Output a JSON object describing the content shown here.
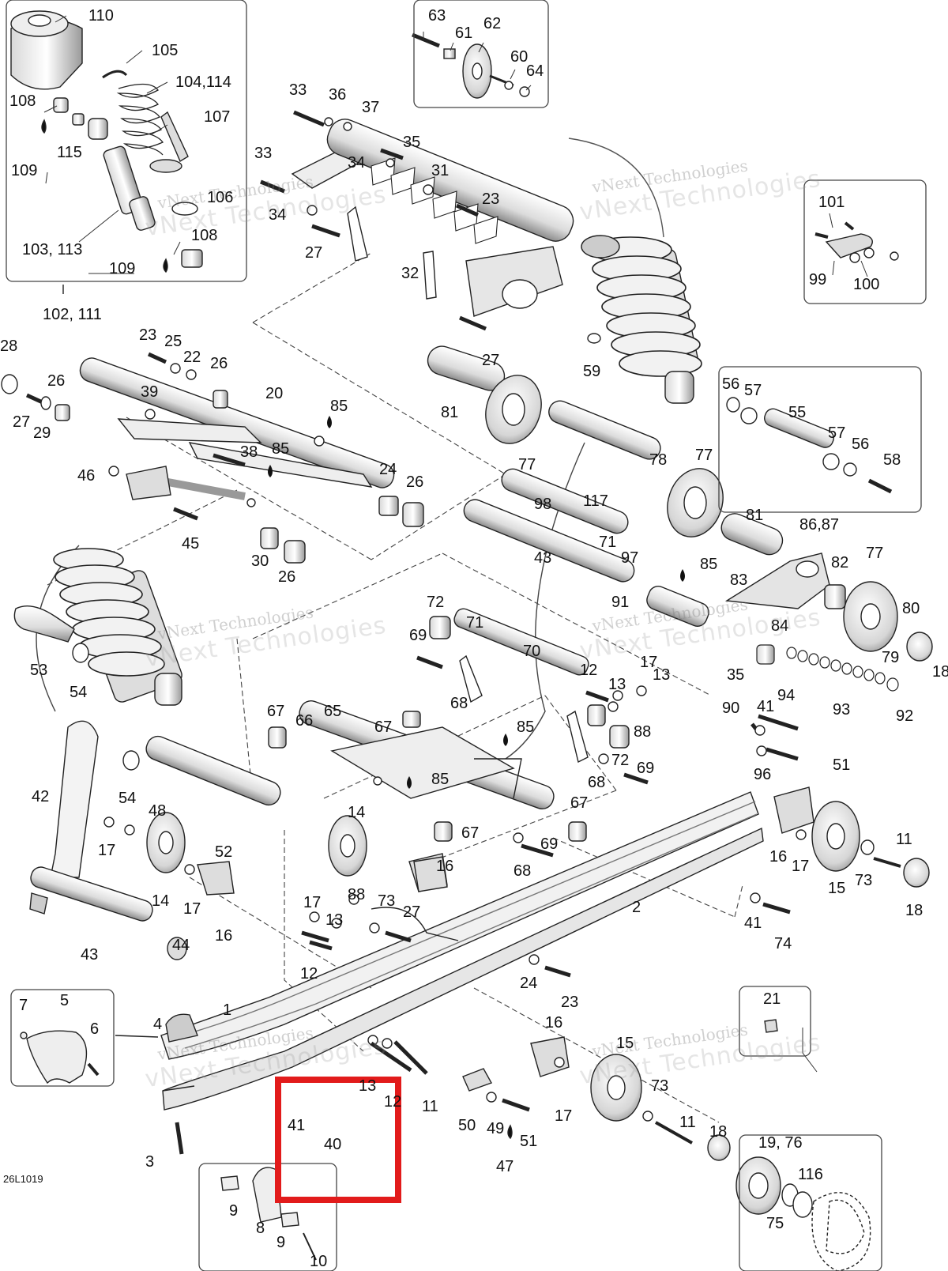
{
  "diagram_code": "26L1019",
  "watermark": {
    "line1": "vNext Technologies",
    "line2": "vNext Technologies"
  },
  "highlight_color": "#e21b1b",
  "labels": {
    "l110": "110",
    "l105": "105",
    "l104": "104,114",
    "l108a": "108",
    "l107": "107",
    "l109a": "109",
    "l115": "115",
    "l106": "106",
    "l103": "103, 113",
    "l108b": "108",
    "l109b": "109",
    "l102": "102, 111",
    "l63": "63",
    "l61": "61",
    "l62": "62",
    "l60": "60",
    "l64": "64",
    "l33a": "33",
    "l36": "36",
    "l37": "37",
    "l33b": "33",
    "l35": "35",
    "l34a": "34",
    "l31": "31",
    "l23a": "23",
    "l34b": "34",
    "l27a": "27",
    "l32": "32",
    "l27b": "27",
    "l101": "101",
    "l99": "99",
    "l100": "100",
    "l28": "28",
    "l23b": "23",
    "l25": "25",
    "l22": "22",
    "l26a": "26",
    "l26b": "26",
    "l27c": "27",
    "l29": "29",
    "l39": "39",
    "l20": "20",
    "l85a": "85",
    "l38": "38",
    "l85b": "85",
    "l46": "46",
    "l24a": "24",
    "l26c": "26",
    "l45": "45",
    "l30": "30",
    "l26d": "26",
    "l59": "59",
    "l81a": "81",
    "l77a": "77",
    "l56a": "56",
    "l57a": "57",
    "l55": "55",
    "l57b": "57",
    "l56b": "56",
    "l58": "58",
    "l78": "78",
    "l77b": "77",
    "l117": "117",
    "l98": "98",
    "l81b": "81",
    "l86": "86,87",
    "l71a": "71",
    "l43a": "43",
    "l97": "97",
    "l85c": "85",
    "l82": "82",
    "l77c": "77",
    "l83": "83",
    "l91": "91",
    "l84": "84",
    "l80": "80",
    "l79": "79",
    "l18a": "18",
    "l72a": "72",
    "l71b": "71",
    "l69a": "69",
    "l70": "70",
    "l35b": "35",
    "l94": "94",
    "l93": "93",
    "l92": "92",
    "l12a": "12",
    "l13a": "13",
    "l17a": "17",
    "l13b": "13",
    "l68a": "68",
    "l88a": "88",
    "l72b": "72",
    "l69b": "69",
    "l68b": "68",
    "l90": "90",
    "l41a": "41",
    "l96": "96",
    "l51a": "51",
    "l53": "53",
    "l54a": "54",
    "l42": "42",
    "l54b": "54",
    "l48": "48",
    "l67a": "67",
    "l66": "66",
    "l65": "65",
    "l67b": "67",
    "l85d": "85",
    "l85e": "85",
    "l67c": "67",
    "l67d": "67",
    "l14a": "14",
    "l69c": "69",
    "l68c": "68",
    "l17b": "17",
    "l52": "52",
    "l14b": "14",
    "l17c": "17",
    "l16a": "16",
    "l16b": "16",
    "l17d": "17",
    "l16c": "16",
    "l15a": "15",
    "l73a": "73",
    "l11a": "11",
    "l18b": "18",
    "l43b": "43",
    "l44": "44",
    "l17e": "17",
    "l88b": "88",
    "l73b": "73",
    "l13c": "13",
    "l27d": "27",
    "l12b": "12",
    "l2": "2",
    "l41b": "41",
    "l74": "74",
    "l24b": "24",
    "l23c": "23",
    "l21": "21",
    "l7": "7",
    "l5": "5",
    "l6": "6",
    "l4": "4",
    "l1": "1",
    "l16d": "16",
    "l15b": "15",
    "l13d": "13",
    "l12c": "12",
    "l11b": "11",
    "l50": "50",
    "l49": "49",
    "l51b": "51",
    "l47": "47",
    "l17f": "17",
    "l73c": "73",
    "l11c": "11",
    "l18c": "18",
    "l41c": "41",
    "l40": "40",
    "l3": "3",
    "l9a": "9",
    "l8": "8",
    "l9b": "9",
    "l10": "10",
    "l19": "19, 76",
    "l116": "116",
    "l75": "75"
  }
}
